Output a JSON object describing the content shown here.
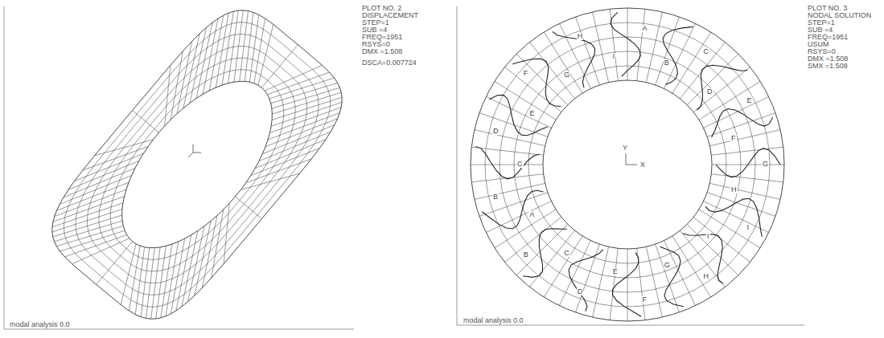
{
  "diagram": {
    "labels": [
      "PLOT NO. 2",
      "DISPLACEMENT",
      "STEP=1",
      "SUB =4",
      "FREQ=1951",
      "RSYS=0",
      "DMX =1.508",
      "DSCA=0.007724",
      "modal analysis 0.0",
      "PLOT NO. 3",
      "NODAL SOLUTION",
      "STEP=1",
      "SUB =4",
      "FREQ=1951",
      "USUM",
      "RSYS=0",
      "DMX =1.508",
      "SMX =1.508",
      "modal analysis 0.0",
      "Y",
      "X",
      "A",
      "B",
      "C",
      "D",
      "E",
      "F",
      "G",
      "H",
      "I",
      "I",
      "H",
      "G",
      "F",
      "E",
      "D",
      "C",
      "B",
      "A",
      "B",
      "C",
      "D",
      "E",
      "F",
      "G",
      "H",
      "I"
    ]
  }
}
